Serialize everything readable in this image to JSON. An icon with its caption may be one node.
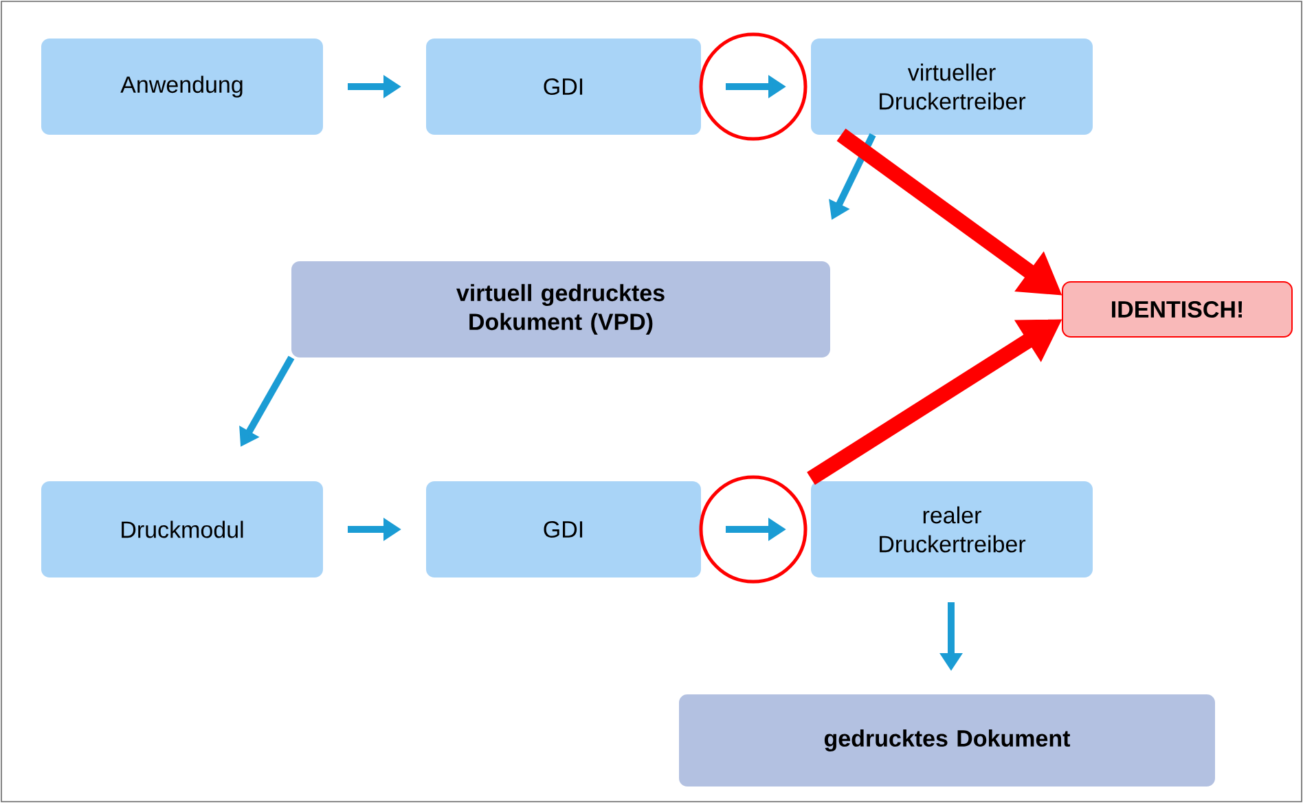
{
  "diagram": {
    "nodes": [
      {
        "text": [
          "Anwendung"
        ]
      },
      {
        "text": [
          "GDI"
        ]
      },
      {
        "text": [
          "virtueller Druckertreiber"
        ]
      },
      {
        "text": [
          "virtuell gedrucktes Dokument (VPD)"
        ]
      },
      {
        "text": [
          "IDENTISCH!"
        ]
      },
      {
        "text": [
          "Druckmodul"
        ]
      },
      {
        "text": [
          "GDI"
        ]
      },
      {
        "text": [
          "realer Druckertreiber"
        ]
      },
      {
        "text": [
          "gedrucktes Dokument"
        ]
      }
    ],
    "edges": [
      {
        "from": 0,
        "to": 1,
        "arrow": "to"
      },
      {
        "from": 1,
        "to": 2,
        "arrow": "to"
      },
      {
        "from": 2,
        "to": 3,
        "arrow": "to"
      },
      {
        "from": 3,
        "to": 5,
        "arrow": "to"
      },
      {
        "from": 5,
        "to": 6,
        "arrow": "to"
      },
      {
        "from": 6,
        "to": 7,
        "arrow": "to"
      },
      {
        "from": 7,
        "to": 8,
        "arrow": "to"
      },
      {
        "from": 2,
        "to": 4,
        "arrow": "to",
        "style": "thick",
        "color": "#ff0000"
      },
      {
        "from": 7,
        "to": 4,
        "arrow": "to",
        "style": "thick",
        "color": "#ff0000"
      }
    ]
  }
}
